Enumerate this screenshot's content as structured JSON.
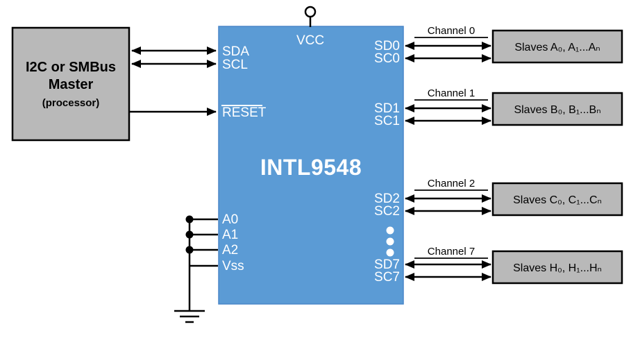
{
  "colors": {
    "chip_fill": "#5b9bd5",
    "chip_border": "#4a86c8",
    "box_fill": "#b9b9b9",
    "line": "#000000",
    "text_on_chip": "#ffffff"
  },
  "master": {
    "line1": "I2C or SMBus",
    "line2": "Master",
    "line3": "(processor)"
  },
  "chip": {
    "name": "INTL9548",
    "vcc_label": "VCC",
    "left_pins": {
      "sda": "SDA",
      "scl": "SCL",
      "reset": "RESET",
      "a0": "A0",
      "a1": "A1",
      "a2": "A2",
      "vss": "Vss"
    },
    "right_pins": {
      "sd0": "SD0",
      "sc0": "SC0",
      "sd1": "SD1",
      "sc1": "SC1",
      "sd2": "SD2",
      "sc2": "SC2",
      "sd7": "SD7",
      "sc7": "SC7"
    }
  },
  "channels": [
    {
      "label": "Channel 0",
      "slave": "Slaves A₀, A₁...Aₙ"
    },
    {
      "label": "Channel 1",
      "slave": "Slaves B₀, B₁...Bₙ"
    },
    {
      "label": "Channel 2",
      "slave": "Slaves C₀, C₁...Cₙ"
    },
    {
      "label": "Channel 7",
      "slave": "Slaves H₀, H₁...Hₙ"
    }
  ]
}
